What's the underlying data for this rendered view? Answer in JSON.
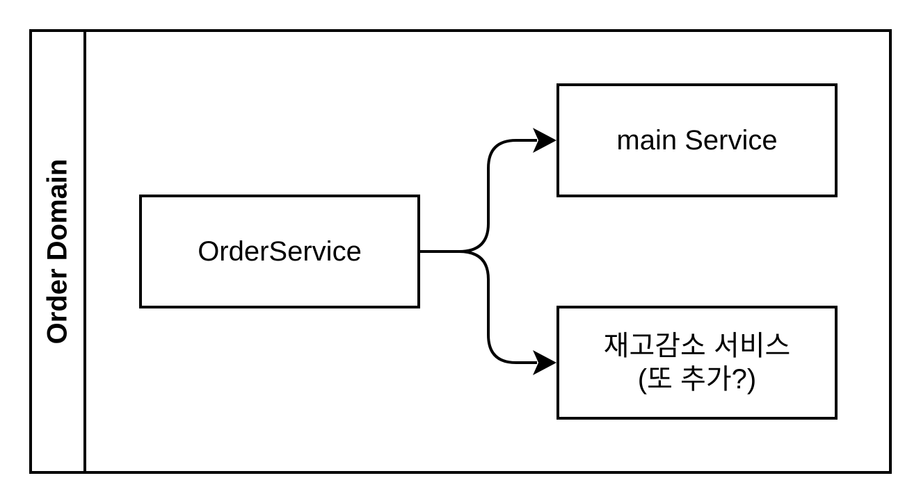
{
  "pool": {
    "title": "Order Domain"
  },
  "nodes": {
    "order_service": "OrderService",
    "main_service": "main Service",
    "stock_service_line1": "재고감소 서비스",
    "stock_service_line2": "(또 추가?)"
  },
  "colors": {
    "stroke": "#000000",
    "background": "#ffffff"
  }
}
